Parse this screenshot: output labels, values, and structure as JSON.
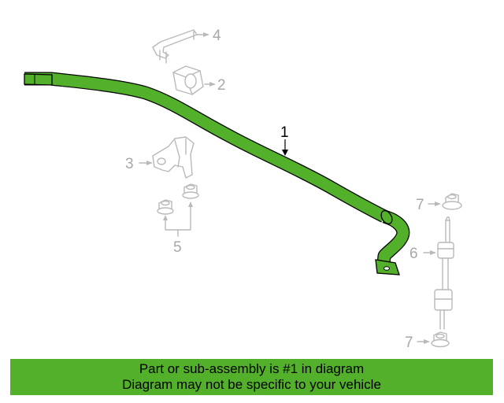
{
  "callouts": {
    "bar": "1",
    "bushing": "2",
    "bracket": "3",
    "clamp": "4",
    "nuts": "5",
    "link": "6",
    "nut_top": "7",
    "nut_bottom": "7"
  },
  "banner": {
    "line1": "Part or sub-assembly is #1 in diagram",
    "line2": "Diagram may not be specific to your vehicle"
  },
  "colors": {
    "highlight": "#52b02a",
    "ghost_parts": "#b9b9b9",
    "outline": "#000000"
  }
}
